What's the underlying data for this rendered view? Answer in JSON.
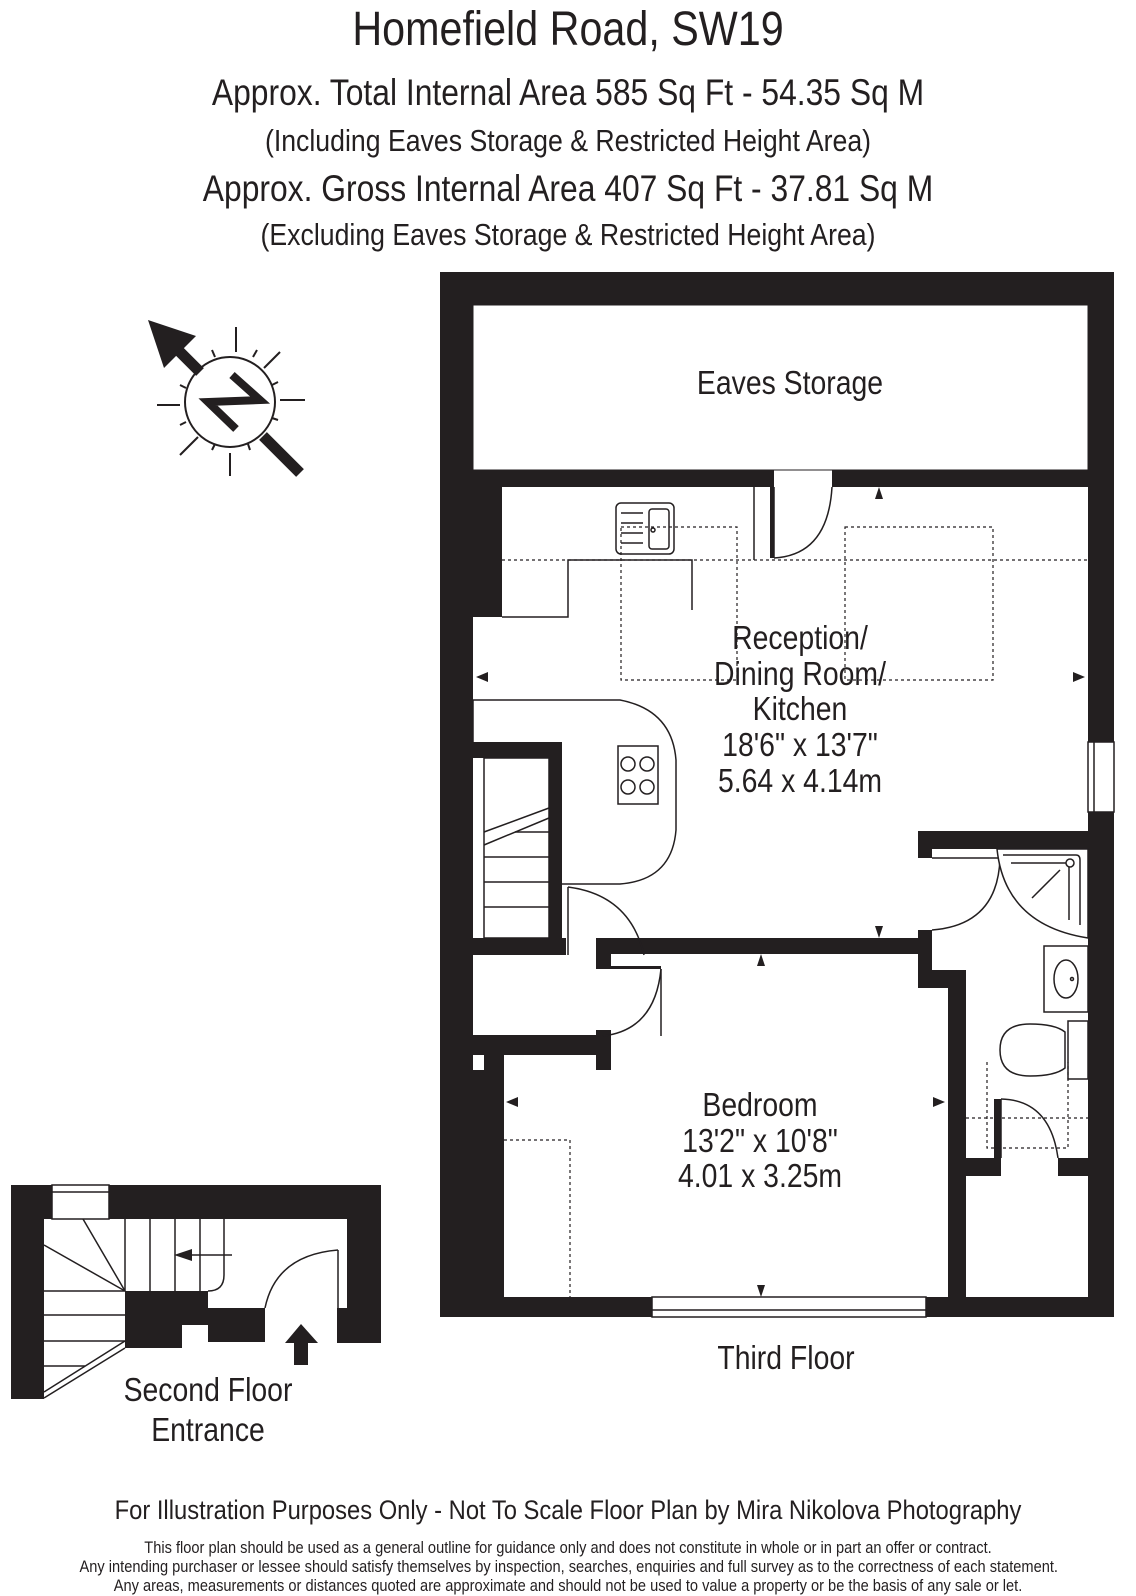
{
  "header": {
    "title": "Homefield Road, SW19",
    "total_area_line": "Approx.  Total Internal Area   585 Sq Ft  -  54.35 Sq M",
    "total_area_note": "(Including Eaves Storage & Restricted Height Area)",
    "gross_area_line": "Approx. Gross Internal Area   407 Sq Ft  -  37.81 Sq M",
    "gross_area_note": "(Excluding Eaves Storage & Restricted Height Area)"
  },
  "areas": {
    "total_internal": {
      "sq_ft": 585,
      "sq_m": 54.35
    },
    "gross_internal": {
      "sq_ft": 407,
      "sq_m": 37.81
    }
  },
  "compass": {
    "label": "N",
    "icon": "north-compass-icon"
  },
  "floors": {
    "third": {
      "label": "Third Floor",
      "rooms": {
        "eaves": {
          "name": "Eaves Storage"
        },
        "reception": {
          "name_line1": "Reception/",
          "name_line2": "Dining Room/",
          "name_line3": "Kitchen",
          "imperial": "18'6\" x 13'7\"",
          "metric": "5.64 x 4.14m"
        },
        "bedroom": {
          "name": "Bedroom",
          "imperial": "13'2\" x 10'8\"",
          "metric": "4.01 x 3.25m"
        }
      }
    },
    "second": {
      "label_line1": "Second Floor",
      "label_line2": "Entrance"
    }
  },
  "footer": {
    "credit": "For Illustration Purposes Only - Not To Scale  Floor Plan by  Mira Nikolova Photography",
    "disclaimer_1": "This floor plan should be used as a general outline for guidance only and does not constitute in whole or in part an offer or contract.",
    "disclaimer_2": "Any intending purchaser or lessee should satisfy themselves by inspection, searches, enquiries and full survey as to the correctness of each statement.",
    "disclaimer_3": "Any areas, measurements or distances quoted are approximate and should not be used to value a property or be the basis of any sale or let."
  },
  "colors": {
    "wall": "#231f20",
    "background": "#ffffff",
    "line": "#231f20"
  }
}
